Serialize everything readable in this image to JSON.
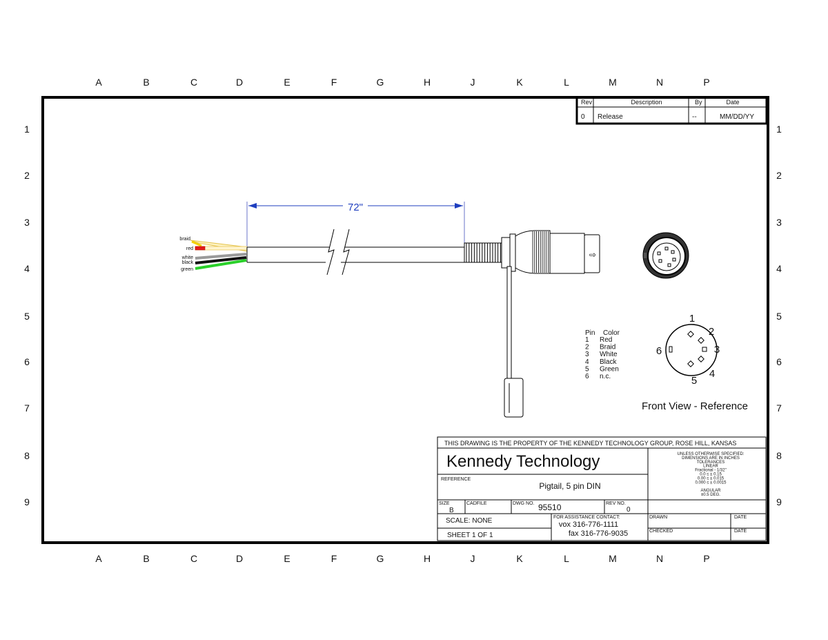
{
  "zones": {
    "columns": [
      "A",
      "B",
      "C",
      "D",
      "E",
      "F",
      "G",
      "H",
      "J",
      "K",
      "L",
      "M",
      "N",
      "P"
    ],
    "rows": [
      "1",
      "2",
      "3",
      "4",
      "5",
      "6",
      "7",
      "8",
      "9"
    ]
  },
  "revision": {
    "headers": {
      "rev": "Rev",
      "description": "Description",
      "by": "By",
      "date": "Date"
    },
    "row": {
      "rev": "0",
      "description": "Release",
      "by": "--",
      "date": "MM/DD/YY"
    }
  },
  "cable": {
    "length_label": "72\"",
    "wire_labels": [
      "braid",
      "red",
      "white",
      "black",
      "green"
    ]
  },
  "pin_table": {
    "headers": [
      "Pin",
      "Color"
    ],
    "rows": [
      {
        "pin": "1",
        "color": "Red"
      },
      {
        "pin": "2",
        "color": "Braid"
      },
      {
        "pin": "3",
        "color": "White"
      },
      {
        "pin": "4",
        "color": "Black"
      },
      {
        "pin": "5",
        "color": "Green"
      },
      {
        "pin": "6",
        "color": "n.c."
      }
    ]
  },
  "front_view": {
    "caption": "Front View - Reference",
    "pin_numbers": [
      "1",
      "2",
      "3",
      "4",
      "5",
      "6"
    ]
  },
  "connector_arrow": "⇨",
  "title_block": {
    "property_note": "THIS DRAWING IS THE PROPERTY OF THE KENNEDY TECHNOLOGY GROUP, ROSE HILL, KANSAS",
    "company": "Kennedy Technology",
    "reference_label": "REFERENCE",
    "part_title": "Pigtail, 5 pin DIN",
    "tolerances": [
      "UNLESS OTHERWISE SPECIFIED:",
      "DIMENSIONS ARE IN INCHES",
      "TOLERANCES",
      "LINEAR",
      "Fractional  - 1/32\"",
      "0.0 ≤ ± 0.15",
      "0.00 ≤ ± 0.015",
      "0.000  ≤ ± 0.0015",
      "",
      "ANGULAR",
      "±0.5 DEG."
    ],
    "size_label": "SIZE",
    "size_value": "B",
    "cadfile_label": "CADFILE",
    "dwg_label": "DWG NO.",
    "dwg_value": "95510",
    "rev_label": "REV NO.",
    "rev_value": "0",
    "scale": "SCALE: NONE",
    "sheet": "SHEET 1 OF 1",
    "assistance_label": "FOR ASSISTANCE CONTACT:",
    "vox": "vox 316-776-1111",
    "fax": "fax 316-776-9035",
    "drawn_label": "DRAWN",
    "checked_label": "CHECKED",
    "date_label": "DATE"
  }
}
